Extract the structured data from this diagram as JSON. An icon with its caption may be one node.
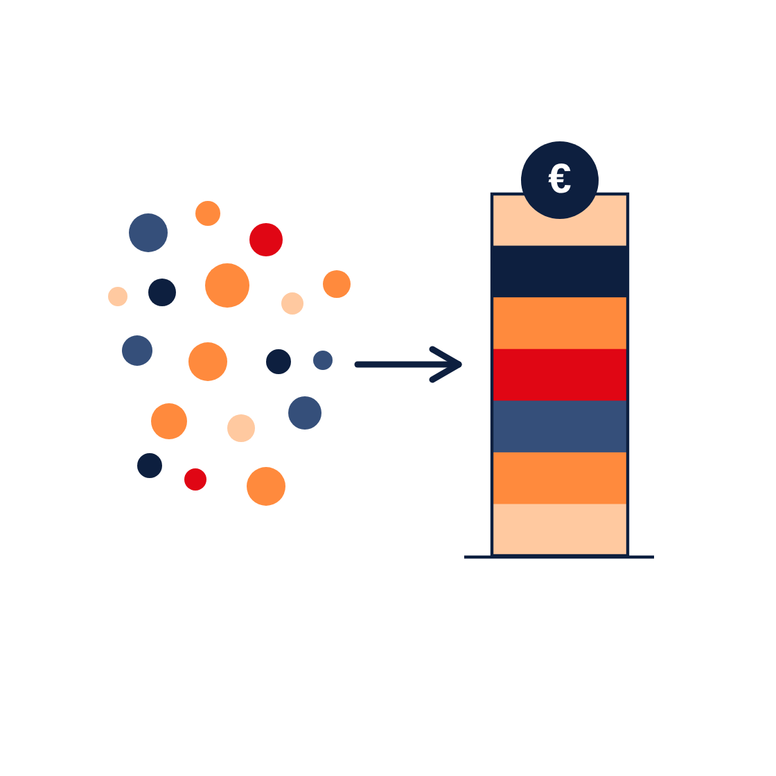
{
  "diagram": {
    "nodes": [
      {
        "text": [],
        "shape": "picture"
      },
      {
        "text": [],
        "shape": "bar"
      },
      {
        "text": [
          "€"
        ]
      }
    ],
    "edges": [
      {
        "from": 0,
        "to": 1,
        "arrow": "to"
      }
    ]
  }
}
